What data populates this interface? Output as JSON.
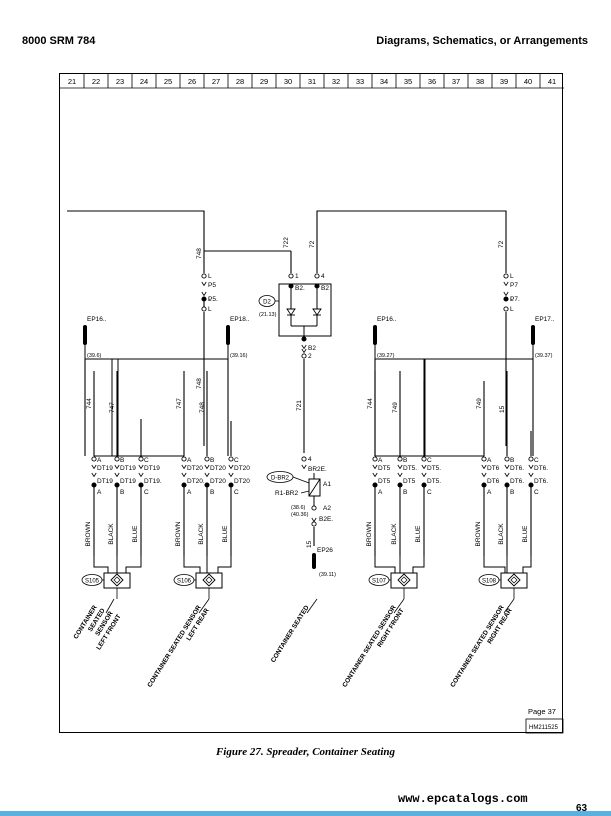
{
  "header": {
    "left": "8000 SRM 784",
    "right": "Diagrams, Schematics, or Arrangements"
  },
  "columns": [
    "21",
    "22",
    "23",
    "24",
    "25",
    "26",
    "27",
    "28",
    "29",
    "30",
    "31",
    "32",
    "33",
    "34",
    "35",
    "36",
    "37",
    "38",
    "39",
    "40",
    "41"
  ],
  "diagram": {
    "wires_top": [
      "748",
      "722",
      "72",
      "72"
    ],
    "wires_mid": [
      "744",
      "747",
      "15",
      "747",
      "748",
      "721",
      "744",
      "749",
      "749",
      "15"
    ],
    "connectors": [
      "P5",
      "P5.",
      "P7",
      "P7.",
      "B2.",
      "B2",
      "B2E.",
      "BR2E.",
      "BR2E"
    ],
    "pins": [
      "L",
      "1",
      "4",
      "2",
      "A",
      "B",
      "C",
      "A1",
      "A2"
    ],
    "dt_labels": [
      "DT19",
      "DT20",
      "DT5",
      "DT5.",
      "DT6",
      "DT6.",
      "DT19.",
      "DT20."
    ],
    "components": [
      "D2",
      "(21.13)",
      "D-BR2",
      "R1-BR2",
      "(38.6)",
      "(40.36)"
    ],
    "splices": [
      "EP16..",
      "(39.6)",
      "EP18..",
      "(39.16)",
      "EP26",
      "(39.11)",
      "EP16..",
      "(39.27)",
      "EP17..",
      "(39.37)"
    ],
    "colors": [
      "BROWN",
      "BLACK",
      "BLUE"
    ],
    "sensors": [
      "S105",
      "S106",
      "S107",
      "S108"
    ],
    "sensor_labels": [
      [
        "CONTAINER",
        "SEATED",
        "SENSOR",
        "LEFT FRONT"
      ],
      [
        "CONTAINER SEATED SENSOR",
        "LEFT REAR"
      ],
      [
        "CONTAINER SEATED"
      ],
      [
        "CONTAINER SEATED SENSOR",
        "RIGHT FRONT"
      ],
      [
        "CONTAINER SEATED SENSOR",
        "RIGHT REAR"
      ]
    ],
    "page_ref": "Page 37",
    "drawing_id": "HM211525"
  },
  "caption": "Figure 27. Spreader, Container Seating",
  "watermark": "www.epcatalogs.com",
  "page_number": "63"
}
